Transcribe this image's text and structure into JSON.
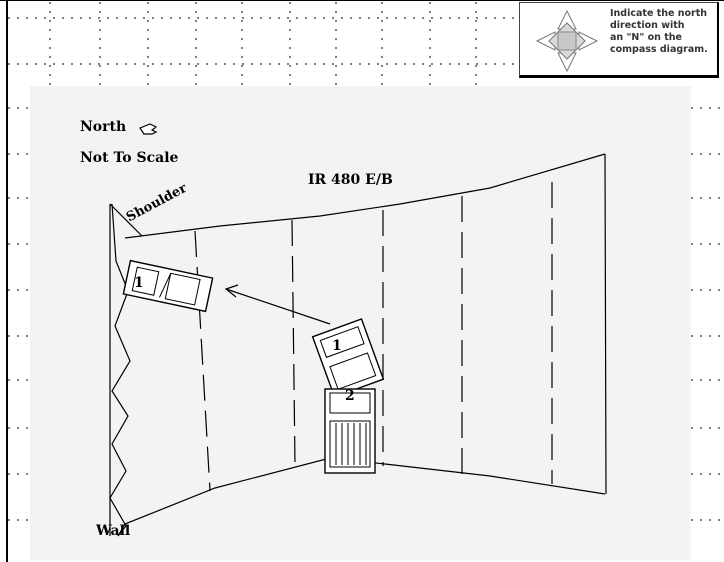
{
  "instruction": {
    "text": "Indicate the north\ndirection with\nan \"N\" on the\ncompass diagram.",
    "icon": "compass-icon"
  },
  "sketch": {
    "north_label": "North",
    "scale_note": "Not To Scale",
    "road_label": "IR 480 E/B",
    "shoulder_label": "Shoulder",
    "wall_label": "Wall",
    "vehicles": [
      {
        "label": "1",
        "role": "vehicle 1 final rest"
      },
      {
        "label": "1",
        "role": "vehicle 1 impact"
      },
      {
        "label": "2",
        "role": "vehicle 2"
      }
    ],
    "pointer_icon": "pointing-hand-icon"
  }
}
